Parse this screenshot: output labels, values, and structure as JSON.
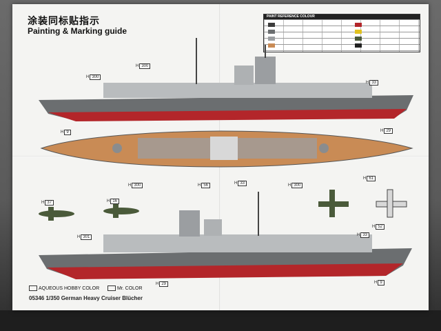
{
  "photo": {
    "title_cn": "涂装同标贴指示",
    "title_en": "Painting & Marking guide",
    "reference_header": "PAINT REFERENCE COLOUR",
    "legend_aqueous": "AQUEOUS HOBBY COLOR",
    "legend_mr": "Mr. COLOR",
    "model_label": "05346 1/350 German Heavy Cruiser Blücher",
    "callouts": [
      {
        "letter": "H",
        "num": "300"
      },
      {
        "letter": "H",
        "num": "300"
      },
      {
        "letter": "H",
        "num": "33"
      },
      {
        "letter": "H",
        "num": "9"
      },
      {
        "letter": "H",
        "num": "29"
      },
      {
        "letter": "H",
        "num": "300"
      },
      {
        "letter": "H",
        "num": "56"
      },
      {
        "letter": "H",
        "num": "33"
      },
      {
        "letter": "H",
        "num": "300"
      },
      {
        "letter": "H",
        "num": "61"
      },
      {
        "letter": "H",
        "num": "37"
      },
      {
        "letter": "H",
        "num": "16"
      },
      {
        "letter": "H",
        "num": "301"
      },
      {
        "letter": "H",
        "num": "52"
      },
      {
        "letter": "H",
        "num": "33"
      },
      {
        "letter": "H",
        "num": "29"
      },
      {
        "letter": "H",
        "num": "9"
      }
    ],
    "colors": {
      "hull_grey": "#6b6e70",
      "red_waterline": "#b3262a",
      "superstructure": "#b9bcbe",
      "deck_wood": "#c98b55",
      "black_boot": "#1c1c1c",
      "aircraft_green": "#4a5a3a"
    },
    "swatches": [
      "#3c3c3c",
      "#6b6e70",
      "#9b9ea1",
      "#c98b55",
      "#b3262a",
      "#e1c21e",
      "#4a5a3a",
      "#222222"
    ]
  }
}
